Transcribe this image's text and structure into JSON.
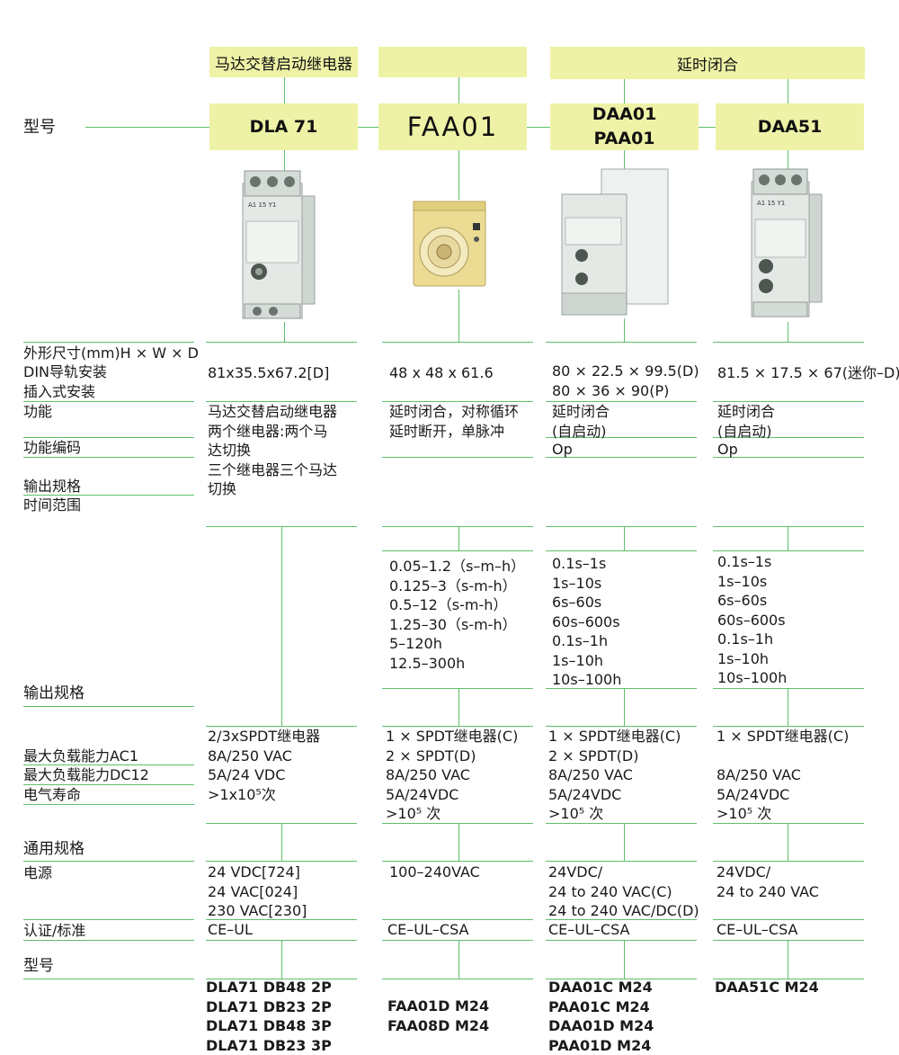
{
  "top_headers": {
    "dla": "马达交替启动继电器",
    "faa": "",
    "delay_group": "延时闭合"
  },
  "models": {
    "label": "型号",
    "dla": "DLA 71",
    "faa": "FAA01",
    "daa01": [
      "DAA01",
      "PAA01"
    ],
    "daa51": "DAA51"
  },
  "row_labels": {
    "dimensions": "外形尺寸(mm)H × W × D",
    "din": "DIN导轨安装",
    "plugin": "插入式安装",
    "function": "功能",
    "function_code": "功能编码",
    "output_spec": "输出规格",
    "time_range": "时间范围",
    "output_spec2": "输出规格",
    "max_ac1": "最大负载能力AC1",
    "max_dc12": "最大负载能力DC12",
    "elec_life": "电气寿命",
    "general_spec": "通用规格",
    "power": "电源",
    "cert": "认证/标准",
    "model_bottom": "型号"
  },
  "columns": {
    "dla": {
      "dimensions": [
        "81x35.5x67.2[D]"
      ],
      "function": [
        "马达交替启动继电器",
        "两个继电器:两个马",
        "达切换",
        "三个继电器三个马达",
        "切换"
      ],
      "time_range": [],
      "output": [
        "2/3xSPDT继电器",
        "8A/250 VAC",
        "5A/24 VDC",
        ">1x10⁵次"
      ],
      "power": [
        "24 VDC[724]",
        "24 VAC[024]",
        "230 VAC[230]"
      ],
      "cert": "CE–UL",
      "order_codes": [
        "DLA71 DB48 2P",
        "DLA71 DB23 2P",
        "DLA71 DB48 3P",
        "DLA71 DB23 3P"
      ]
    },
    "faa": {
      "dimensions": [
        "48 x 48 x 61.6"
      ],
      "function": [
        "延时闭合，对称循环",
        "延时断开，单脉冲"
      ],
      "time_range": [
        "0.05–1.2（s–m–h）",
        "0.125–3（s-m-h）",
        "0.5–12（s-m-h）",
        "1.25–30（s-m-h）",
        "5–120h",
        "12.5–300h"
      ],
      "output": [
        "1 × SPDT继电器(C)",
        "2 × SPDT(D)",
        "8A/250 VAC",
        "5A/24VDC",
        ">10⁵ 次"
      ],
      "power": [
        "100–240VAC"
      ],
      "cert": "CE–UL–CSA",
      "order_codes": [
        "FAA01D M24",
        "FAA08D M24"
      ]
    },
    "daa01": {
      "dimensions": [
        "80 × 22.5 × 99.5(D)",
        "80 × 36 × 90(P)"
      ],
      "function": [
        "延时闭合",
        "(自启动)"
      ],
      "function_code": "Op",
      "time_range": [
        "0.1s–1s",
        "1s–10s",
        "6s–60s",
        "60s–600s",
        "0.1s–1h",
        "1s–10h",
        "10s–100h"
      ],
      "output": [
        "1 × SPDT继电器(C)",
        "2 × SPDT(D)",
        "8A/250 VAC",
        "5A/24VDC",
        ">10⁵ 次"
      ],
      "power": [
        "24VDC/",
        "24 to 240 VAC(C)",
        "24 to 240 VAC/DC(D)"
      ],
      "cert": "CE–UL–CSA",
      "order_codes": [
        "DAA01C M24",
        "PAA01C M24",
        "DAA01D M24",
        "PAA01D M24"
      ]
    },
    "daa51": {
      "dimensions": [
        "81.5 × 17.5 × 67(迷你–D)"
      ],
      "function": [
        "延时闭合",
        "(自启动)"
      ],
      "function_code": "Op",
      "time_range": [
        "0.1s–1s",
        "1s–10s",
        "6s–60s",
        "60s–600s",
        "0.1s–1h",
        "1s–10h",
        "10s–100h"
      ],
      "output": [
        "1 × SPDT继电器(C)",
        "",
        "8A/250 VAC",
        "5A/24VDC",
        ">10⁵ 次"
      ],
      "power": [
        "24VDC/",
        "24 to 240 VAC"
      ],
      "cert": "CE–UL–CSA",
      "order_codes": [
        "DAA51C M24"
      ]
    }
  },
  "device_labels": {
    "terminals_top": "A1  15  Y1"
  },
  "colors": {
    "header_fill": "#eef2a6",
    "line_green": "#5fbf6a",
    "device_body": "#e4e9e6",
    "faa_body": "#ecdc93"
  }
}
